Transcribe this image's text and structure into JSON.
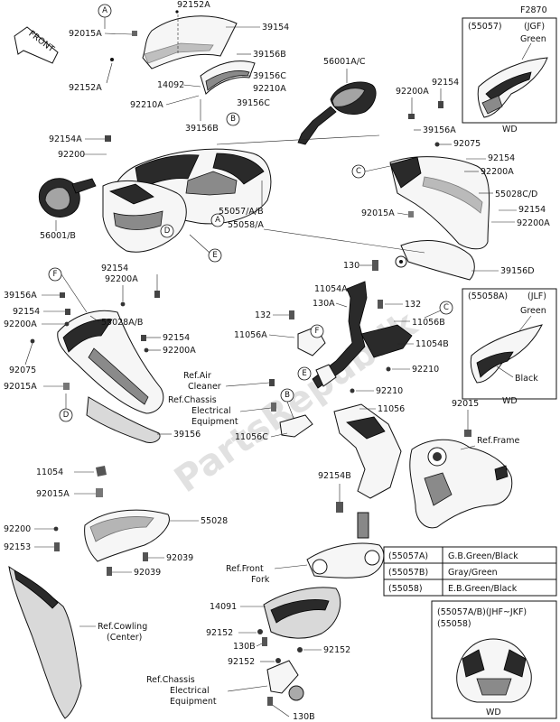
{
  "diagram_code": "F2870",
  "front_label": "FRONT",
  "watermark": "PartsRepublik",
  "parts": {
    "p92152A": "92152A",
    "p39154": "39154",
    "p92015A_top": "92015A",
    "p92152A_left": "92152A",
    "p39156B_top": "39156B",
    "p39156C_1": "39156C",
    "p14092": "14092",
    "p92210A_1": "92210A",
    "p92210A_2": "92210A",
    "p39156C_2": "39156C",
    "p39156B": "39156B",
    "p56001AC": "56001A/C",
    "p92200A_r1": "92200A",
    "p92154_r1": "92154",
    "p39156A_r": "39156A",
    "p92075_r": "92075",
    "p92154_r2": "92154",
    "p92200A_r2": "92200A",
    "p55028CD": "55028C/D",
    "p92015A_r": "92015A",
    "p92154_r3": "92154",
    "p92200A_r3": "92200A",
    "p39156D": "39156D",
    "p92154A": "92154A",
    "p92200_l": "92200",
    "p55057AB": "55057/A/B",
    "p55058A": "55058/A",
    "p56001B": "56001/B",
    "p130_top": "130",
    "p11054A": "11054A",
    "p130A": "130A",
    "p132_r": "132",
    "p11056B": "11056B",
    "p132_l": "132",
    "p11056A": "11056A",
    "p11054B": "11054B",
    "p92210_1": "92210",
    "p92210_2": "92210",
    "p92200A_l": "92200A",
    "p92154_l1": "92154",
    "p39156A_l": "39156A",
    "p92154_l2": "92154",
    "p92200A_l2": "92200A",
    "p55028AB": "55028A/B",
    "p92154_l3": "92154",
    "p92200A_l3": "92200A",
    "p92075_l": "92075",
    "p92015A_l": "92015A",
    "p39156": "39156",
    "p11056C": "11056C",
    "p11056": "11056",
    "p92015_r": "92015",
    "p92154B": "92154B",
    "p11054": "11054",
    "p92015A_b": "92015A",
    "p92200_b": "92200",
    "p92153": "92153",
    "p55028": "55028",
    "p92039_1": "92039",
    "p92039_2": "92039",
    "p14091": "14091",
    "p92152_1": "92152",
    "p130B_1": "130B",
    "p92152_2": "92152",
    "p92152_3": "92152",
    "p130B_2": "130B"
  },
  "refs": {
    "air_cleaner": [
      "Ref.Air",
      "Cleaner"
    ],
    "chassis_elec_1": [
      "Ref.Chassis",
      "Electrical",
      "Equipment"
    ],
    "frame": "Ref.Frame",
    "front_fork": [
      "Ref.Front",
      "Fork"
    ],
    "cowling_center": [
      "Ref.Cowling",
      "(Center)"
    ],
    "chassis_elec_2": [
      "Ref.Chassis",
      "Electrical",
      "Equipment"
    ]
  },
  "callouts": {
    "A1": "A",
    "A2": "A",
    "B1": "B",
    "B2": "B",
    "C1": "C",
    "C2": "C",
    "D1": "D",
    "D2": "D",
    "E1": "E",
    "E2": "E",
    "F1": "F",
    "F2": "F"
  },
  "inset_jgf": {
    "part": "(55057)",
    "code": "(JGF)",
    "color": "Green",
    "mark": "WD"
  },
  "inset_jlf": {
    "part": "(55058A)",
    "code": "(JLF)",
    "color1": "Green",
    "color2": "Black",
    "mark": "WD"
  },
  "color_table": [
    {
      "part": "(55057A)",
      "color": "G.B.Green/Black"
    },
    {
      "part": "(55057B)",
      "color": "Gray/Green"
    },
    {
      "part": "(55058)",
      "color": "E.B.Green/Black"
    }
  ],
  "inset_jhf": {
    "line1": "(55057A/B)(JHF~JKF)",
    "line2": "(55058)",
    "mark": "WD"
  }
}
